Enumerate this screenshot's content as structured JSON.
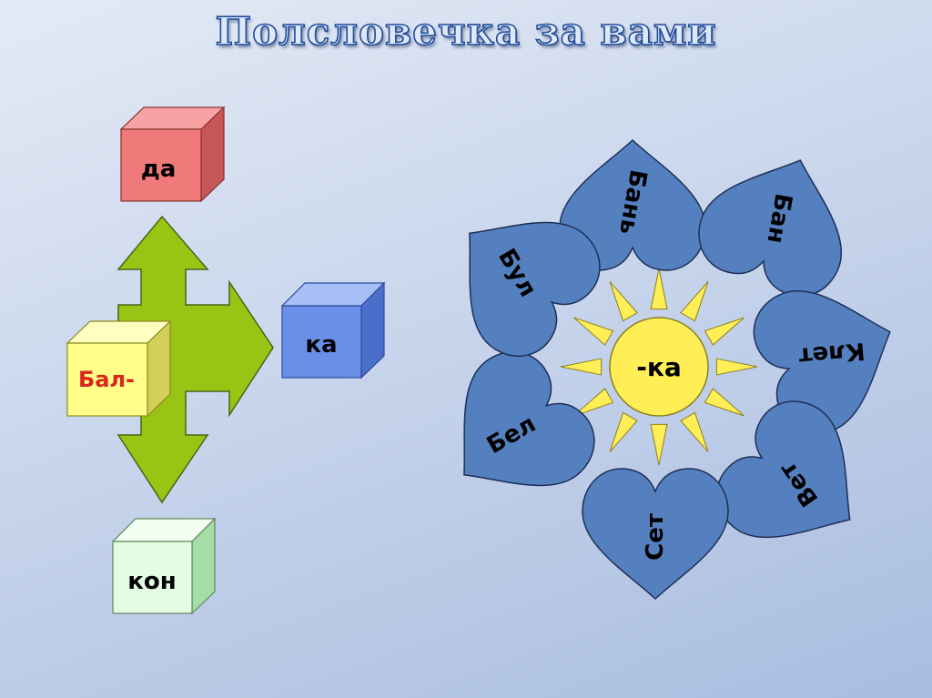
{
  "title": "Полсловечка за вами",
  "cubes": {
    "top": "да",
    "right": "ка",
    "left": "Бал-",
    "bottom": "кон"
  },
  "flower": {
    "center": "-ка",
    "petals": [
      "Бань",
      "Бан",
      "Клет",
      "Вет",
      "Сет",
      "Бел",
      "Бул"
    ]
  },
  "colors": {
    "red_cube": "#f07a7a",
    "blue_cube": "#6a8fe8",
    "yellow_cube": "#ffff8a",
    "green_cube": "#e4fbe4",
    "arrow": "#9ac414",
    "petal": "#5580c0",
    "sun": "#ffee55"
  }
}
